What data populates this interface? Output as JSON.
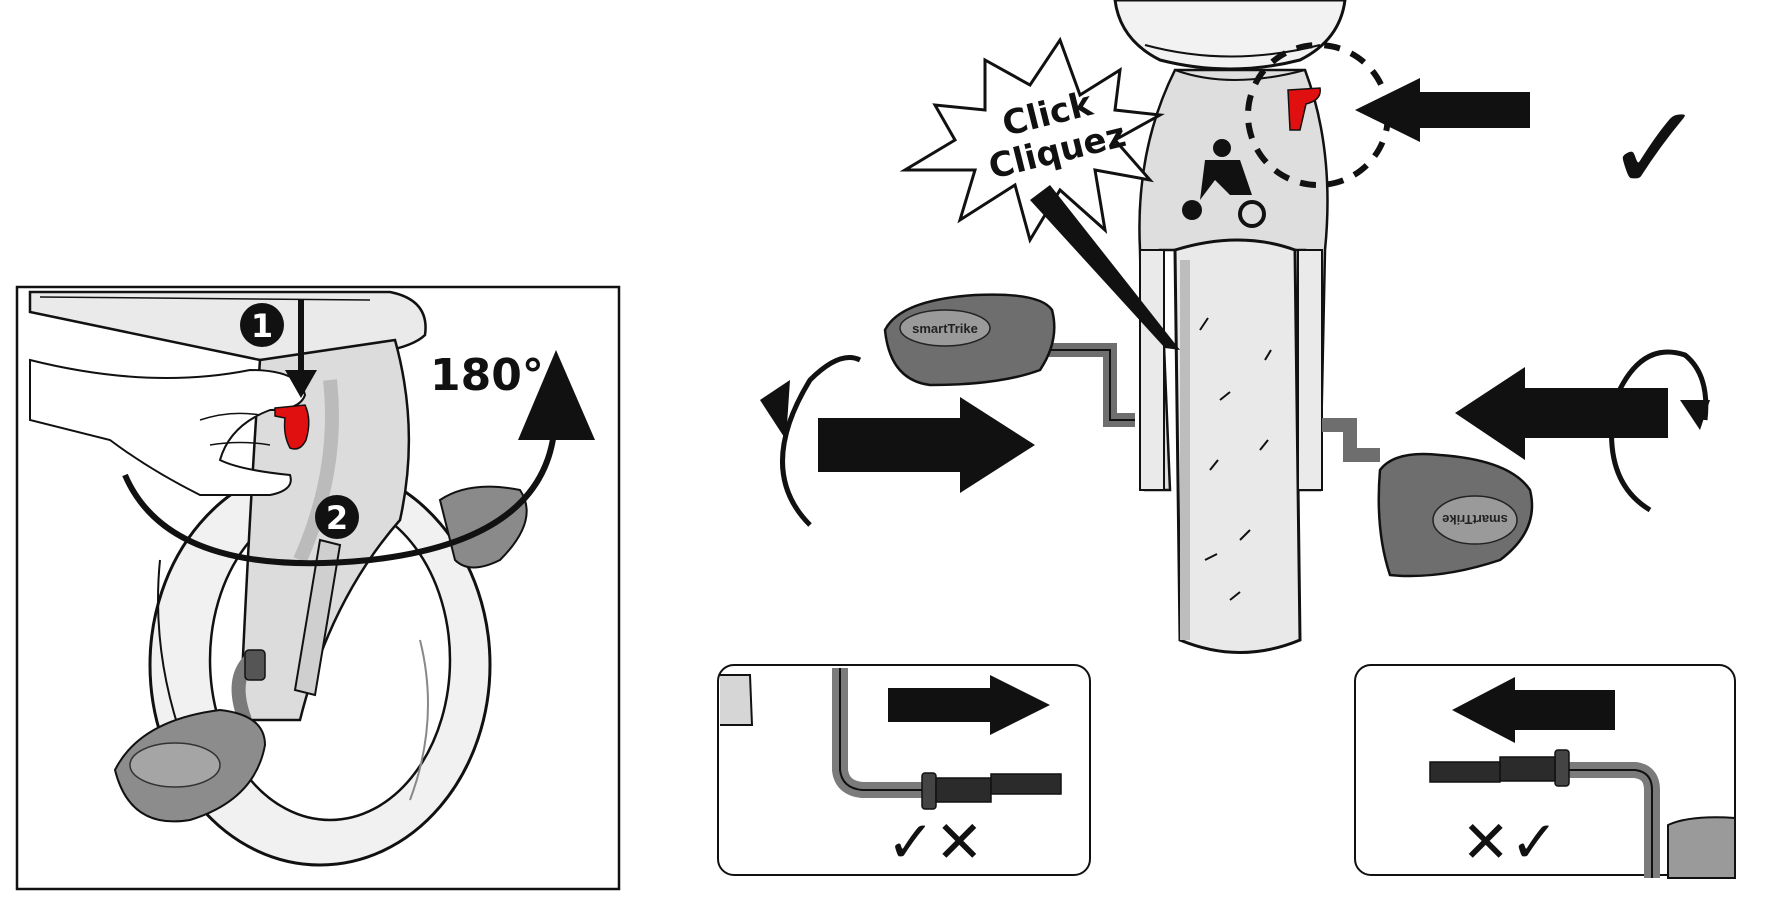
{
  "left_panel": {
    "step1": "1",
    "step2": "2",
    "angle": "180°"
  },
  "main": {
    "click_en": "Click",
    "click_fr": "Cliquez",
    "brand": "smartTrike",
    "correct_mark": "✓"
  },
  "inset_left": {
    "marks": "✓✕"
  },
  "inset_right": {
    "marks": "✕✓"
  },
  "colors": {
    "ink": "#111111",
    "latch_red": "#e01010",
    "pedal_gray": "#6e6e6e",
    "frame_gray": "#d9d9d9",
    "light_gray": "#f0f0f0"
  }
}
